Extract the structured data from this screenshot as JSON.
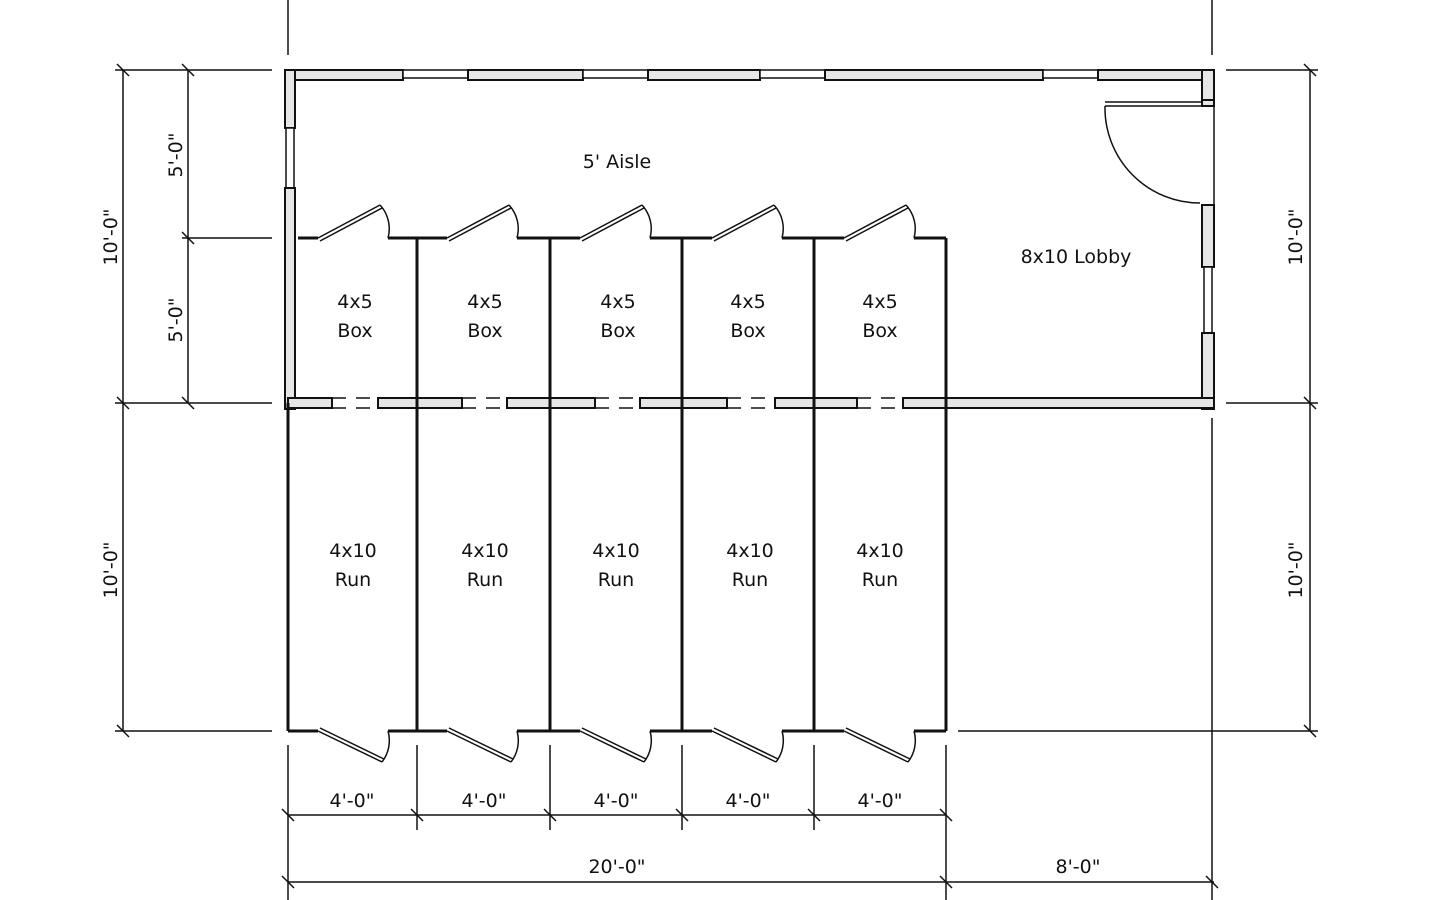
{
  "rooms": {
    "aisle": "5' Aisle",
    "lobby": "8x10 Lobby",
    "boxes": [
      {
        "size": "4x5",
        "name": "Box"
      },
      {
        "size": "4x5",
        "name": "Box"
      },
      {
        "size": "4x5",
        "name": "Box"
      },
      {
        "size": "4x5",
        "name": "Box"
      },
      {
        "size": "4x5",
        "name": "Box"
      }
    ],
    "runs": [
      {
        "size": "4x10",
        "name": "Run"
      },
      {
        "size": "4x10",
        "name": "Run"
      },
      {
        "size": "4x10",
        "name": "Run"
      },
      {
        "size": "4x10",
        "name": "Run"
      },
      {
        "size": "4x10",
        "name": "Run"
      }
    ]
  },
  "dimensions": {
    "left_upper_total": "10'-0\"",
    "left_aisle": "5'-0\"",
    "left_box": "5'-0\"",
    "left_lower": "10'-0\"",
    "right_upper": "10'-0\"",
    "right_lower": "10'-0\"",
    "bottom_columns": [
      "4'-0\"",
      "4'-0\"",
      "4'-0\"",
      "4'-0\"",
      "4'-0\""
    ],
    "bottom_total_kennels": "20'-0\"",
    "bottom_lobby": "8'-0\""
  }
}
